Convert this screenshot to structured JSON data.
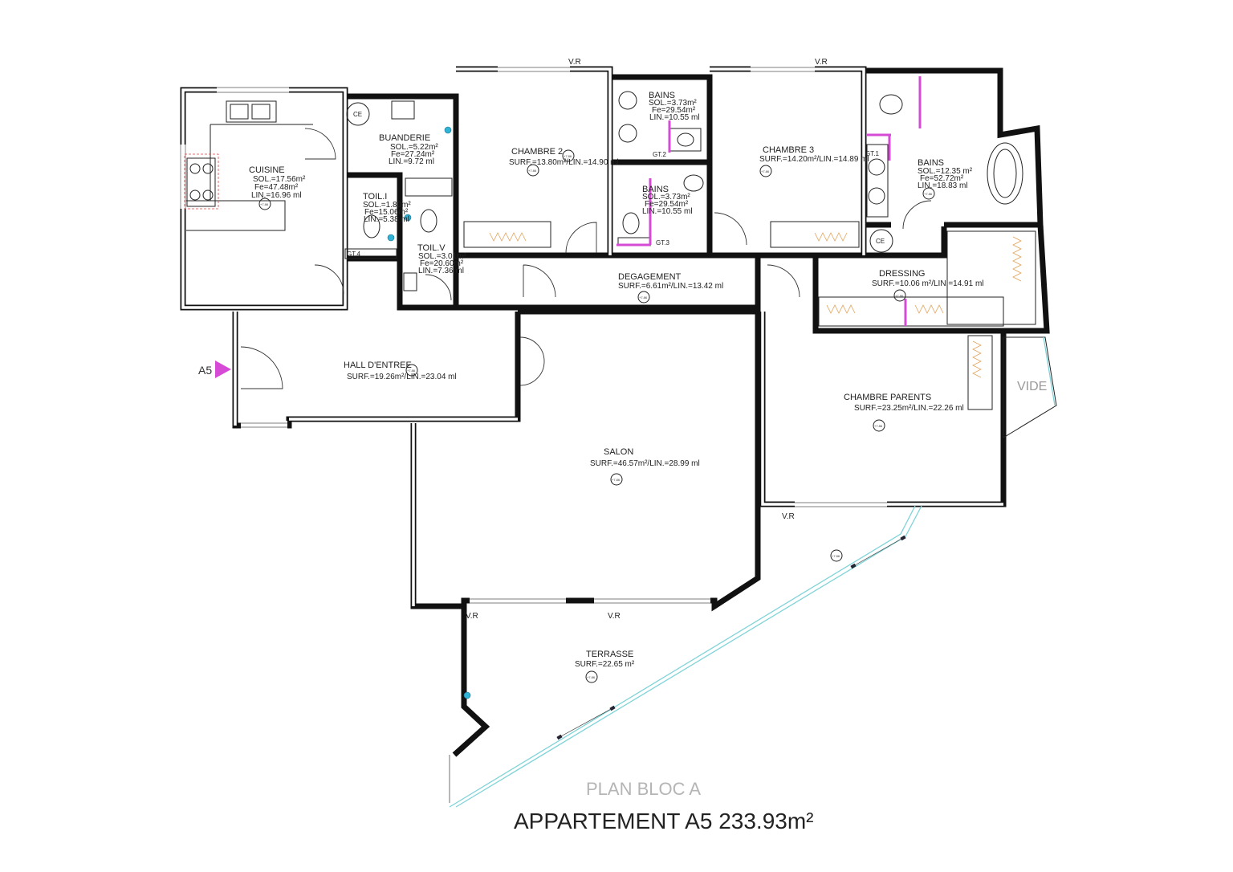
{
  "plan": {
    "title": "PLAN BLOC A",
    "apartment": "APPARTEMENT A5 233.93m²",
    "entry_marker": "A5",
    "vide": "VIDE",
    "level": "+7.86",
    "accent_magenta": "#d64bd6",
    "accent_cyan": "#2fb3d6"
  },
  "rooms": {
    "cuisine": {
      "name": "CUISINE",
      "l1": "SOL.=17.56m²",
      "l2": "Fe=47.48m²",
      "l3": "LIN.=16.96  ml"
    },
    "buanderie": {
      "name": "BUANDERIE",
      "l1": "SOL.=5.22m²",
      "l2": "Fe=27.24m²",
      "l3": "LIN.=9.72  ml"
    },
    "toil_i": {
      "name": "TOIL.I",
      "l1": "SOL.=1.80m²",
      "l2": "Fe=15.06m²",
      "l3": "LIN.=5.38  ml"
    },
    "toil_v": {
      "name": "TOIL.V",
      "l1": "SOL.=3.01m²",
      "l2": "Fe=20.60m²",
      "l3": "LIN.=7.36  ml"
    },
    "chambre2": {
      "name": "CHAMBRE 2",
      "l1": "SURF.=13.80m²/LIN.=14.90  ml"
    },
    "bains1": {
      "name": "BAINS",
      "l1": "SOL.=3.73m²",
      "l2": "Fe=29.54m²",
      "l3": "LIN.=10.55  ml"
    },
    "bains2": {
      "name": "BAINS",
      "l1": "SOL.=3.73m²",
      "l2": "Fe=29.54m²",
      "l3": "LIN.=10.55  ml"
    },
    "chambre3": {
      "name": "CHAMBRE 3",
      "l1": "SURF.=14.20m²/LIN.=14.89  ml"
    },
    "bains3": {
      "name": "BAINS",
      "l1": "SOL.=12.35 m²",
      "l2": "Fe=52.72m²",
      "l3": "LIN.=18.83  ml"
    },
    "degagement": {
      "name": "DEGAGEMENT",
      "l1": "SURF.=6.61m²/LIN.=13.42  ml"
    },
    "dressing": {
      "name": "DRESSING",
      "l1": "SURF.=10.06  m²/LIN.=14.91  ml"
    },
    "hall": {
      "name": "HALL D'ENTREE",
      "l1": "SURF.=19.26m²/LIN.=23.04  ml"
    },
    "salon": {
      "name": "SALON",
      "l1": "SURF.=46.57m²/LIN.=28.99  ml"
    },
    "parents": {
      "name": "CHAMBRE PARENTS",
      "l1": "SURF.=23.25m²/LIN.=22.26  ml"
    },
    "terrasse": {
      "name": "TERRASSE",
      "l1": "SURF.=22.65  m²"
    }
  },
  "tags": {
    "vr": "V.R",
    "gt1": "GT.1",
    "gt2": "GT.2",
    "gt3": "GT.3",
    "gt4": "GT.4",
    "ce": "CE"
  }
}
